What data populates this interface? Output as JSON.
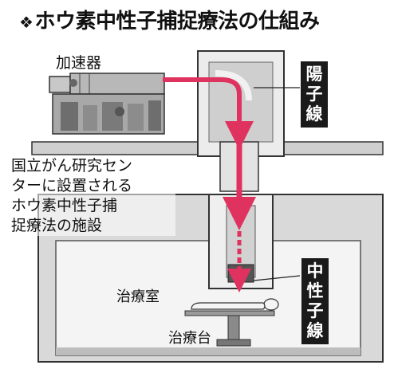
{
  "title": "ホウ素中性子捕捉療法の仕組み",
  "title_mark": "❖",
  "labels": {
    "accelerator": "加速器",
    "proton_beam": [
      "陽",
      "子",
      "線"
    ],
    "neutron_beam": [
      "中",
      "性",
      "子",
      "線"
    ],
    "treatment_room": "治療室",
    "treatment_table": "治療台"
  },
  "callout_lines": [
    "国立がん研究セン",
    "ターに設置される",
    "ホウ素中性子捕",
    "捉療法の施設"
  ],
  "colors": {
    "beam": "#e0325f",
    "wall": "#e6e6e6",
    "ground": "#d4d4d4",
    "floor": "#bdbdbd",
    "label_bg": "#1a1a1a"
  }
}
